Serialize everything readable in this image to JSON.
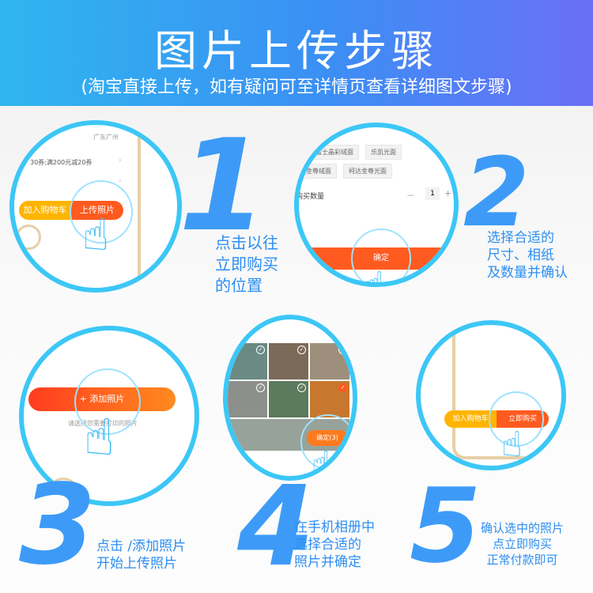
{
  "header": {
    "title": "图片上传步骤",
    "subtitle": "(淘宝直接上传，如有疑问可至详情页查看详细图文步骤)"
  },
  "colors": {
    "accent": "#3cc7f6",
    "step_blue": "#3d9bf7",
    "orange": "#ff5a1f",
    "yellow": "#ffb400"
  },
  "steps": [
    {
      "number": "1",
      "description": "点击以往\n立即购买\n的位置",
      "screen": {
        "location_text": "广东广州",
        "promo_text": "30券;满200元减20券",
        "add_cart": "加入购物车",
        "upload_photo": "上传照片",
        "icons": [
          "chevron-right-icon",
          "hand-pointer-icon"
        ]
      }
    },
    {
      "number": "2",
      "description": "选择合适的\n尺寸、相纸\n及数量并确认",
      "screen": {
        "paper_options": [
          "富士晶彩绒面",
          "乐凯光面",
          "金尊绒面",
          "柯达金尊光面"
        ],
        "qty_label": "购买数量",
        "minus": "－",
        "qty": "1",
        "plus": "+",
        "confirm": "确定"
      }
    },
    {
      "number": "3",
      "description": "点击 /添加照片\n开始上传照片",
      "screen": {
        "add_photo": "+ 添加照片",
        "hint": "请选择您需要打印的照片"
      }
    },
    {
      "number": "4",
      "description": "在手机相册中\n选择合适的\n照片并确定",
      "screen": {
        "confirm": "确定(3)",
        "check": "✓"
      }
    },
    {
      "number": "5",
      "description": "确认选中的照片\n点立即购买\n正常付款即可",
      "screen": {
        "add_cart": "加入购物车",
        "buy_now": "立即购买"
      }
    }
  ]
}
